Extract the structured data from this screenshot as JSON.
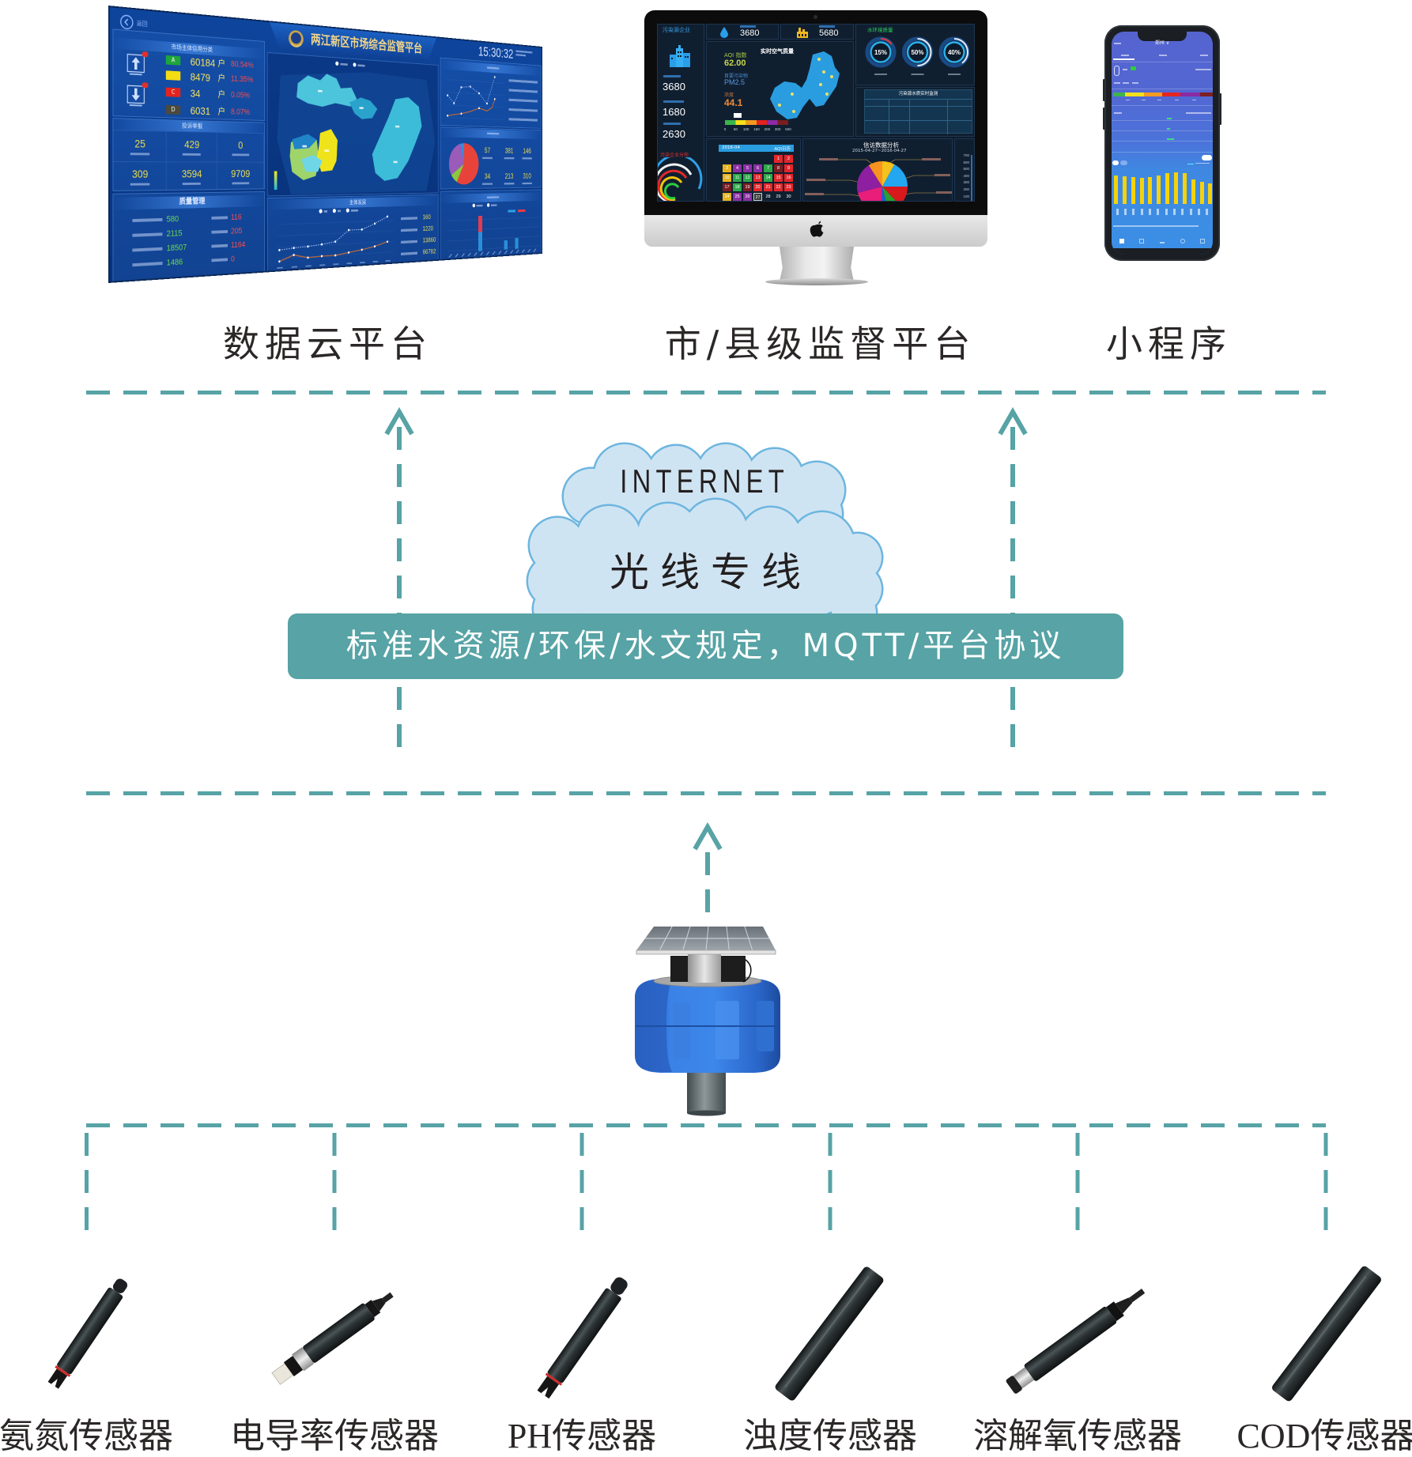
{
  "platforms": [
    {
      "label": "数据云平台"
    },
    {
      "label": "市/县级监督平台"
    },
    {
      "label": "小程序"
    }
  ],
  "network": {
    "cloud_top_label": "INTERNET",
    "cloud_bottom_label": "光线专线",
    "protocol_banner": "标准水资源/环保/水文规定，MQTT/平台协议"
  },
  "sensors": [
    {
      "label": "氨氮传感器"
    },
    {
      "label": "电导率传感器"
    },
    {
      "label": "PH传感器"
    },
    {
      "label": "浊度传感器"
    },
    {
      "label": "溶解氧传感器"
    },
    {
      "label": "COD传感器"
    }
  ],
  "colors": {
    "accent": "#57a3a6",
    "banner": "#57a3a5",
    "cloud_fill": "#cfe4f2",
    "cloud_stroke": "#6db5df",
    "label_text": "#2b2727",
    "buoy_blue": "#3178dc"
  },
  "cloud_dashboard": {
    "title": "两江新区市场综合监管平台",
    "back_label": "返回",
    "time": "15:30:32",
    "credit": {
      "title": "市场主体信用分类",
      "rows": [
        {
          "grade": "A",
          "count": "60184",
          "unit": "户",
          "pct": "80.54%",
          "color": "#1ea53b"
        },
        {
          "grade": "",
          "count": "8479",
          "unit": "户",
          "pct": "11.35%",
          "color": "#f3dc12"
        },
        {
          "grade": "C",
          "count": "34",
          "unit": "户",
          "pct": "0.05%",
          "color": "#e3231d"
        },
        {
          "grade": "D",
          "count": "6031",
          "unit": "户",
          "pct": "8.07%",
          "color": "#4b4a3c"
        }
      ]
    },
    "complaints": {
      "title": "投诉举报",
      "values": [
        "25",
        "429",
        "0",
        "309",
        "3594",
        "9709"
      ]
    },
    "quality": {
      "title": "质量管理",
      "left_values": [
        "580",
        "2115",
        "18507",
        "1486"
      ],
      "right_values": [
        "116",
        "205",
        "1164",
        "0"
      ]
    },
    "development": {
      "title": "主体发展",
      "values": [
        "160",
        "1220",
        "13860",
        "66782"
      ]
    },
    "pie_stats": [
      "57",
      "381",
      "146",
      "34",
      "213",
      "310"
    ],
    "pie_slices": [
      {
        "color": "#e8433a",
        "share": 0.58
      },
      {
        "color": "#8dc63f",
        "share": 0.08
      },
      {
        "color": "#9b5bb8",
        "share": 0.3
      },
      {
        "color": "#2d8fe0",
        "share": 0.04
      }
    ]
  },
  "monitor_dashboard": {
    "enterprise_title": "污染源企业",
    "enterprise_stats": [
      "3680",
      "1680",
      "2630"
    ],
    "distribution_title": "污染企业分布",
    "top_stats": [
      "3680",
      "5680"
    ],
    "air": {
      "title": "实时空气质量",
      "aqi_label": "AQI 指数",
      "aqi_value": "62.00",
      "pollutant_label": "首要污染物",
      "pollutant": "PM2.5",
      "concentration_label": "浓度",
      "concentration": "44.1",
      "scale_colors": [
        "#3bb54a",
        "#f5e21a",
        "#f39a1e",
        "#e3231d",
        "#8e2aa5",
        "#7a1d1d"
      ],
      "scale_ticks": [
        "0",
        "50",
        "100",
        "150",
        "200",
        "300",
        "500"
      ]
    },
    "water_title": "水环境质量",
    "gauges": [
      {
        "label": "15%",
        "value": 0.15
      },
      {
        "label": "50%",
        "value": 0.5
      },
      {
        "label": "40%",
        "value": 0.4
      }
    ],
    "table_title": "污染源水质实时监测",
    "calendar": {
      "month": "2016-04",
      "title": "AQI日历",
      "first_day_weekday_index": 5,
      "level_colors": {
        "r": "#e3262b",
        "y": "#e6b422",
        "p": "#8e2fa6",
        "g": "#2ea84a",
        "d": "#7d1c22",
        "t": "#3b3b3b",
        "n": "transparent"
      },
      "days": [
        {
          "day": "1",
          "level": "r"
        },
        {
          "day": "2",
          "level": "r"
        },
        {
          "day": "3",
          "level": "y"
        },
        {
          "day": "4",
          "level": "p"
        },
        {
          "day": "5",
          "level": "p"
        },
        {
          "day": "6",
          "level": "p"
        },
        {
          "day": "7",
          "level": "g"
        },
        {
          "day": "8",
          "level": "d"
        },
        {
          "day": "9",
          "level": "r"
        },
        {
          "day": "10",
          "level": "y"
        },
        {
          "day": "11",
          "level": "g"
        },
        {
          "day": "12",
          "level": "g"
        },
        {
          "day": "13",
          "level": "r"
        },
        {
          "day": "14",
          "level": "g"
        },
        {
          "day": "15",
          "level": "r"
        },
        {
          "day": "16",
          "level": "r"
        },
        {
          "day": "17",
          "level": "d"
        },
        {
          "day": "18",
          "level": "g"
        },
        {
          "day": "19",
          "level": "d"
        },
        {
          "day": "20",
          "level": "r"
        },
        {
          "day": "21",
          "level": "r"
        },
        {
          "day": "22",
          "level": "r"
        },
        {
          "day": "23",
          "level": "r"
        },
        {
          "day": "24",
          "level": "y"
        },
        {
          "day": "25",
          "level": "p"
        },
        {
          "day": "26",
          "level": "p"
        },
        {
          "day": "27",
          "level": "t"
        },
        {
          "day": "28",
          "level": "n"
        },
        {
          "day": "29",
          "level": "n"
        },
        {
          "day": "30",
          "level": "n"
        }
      ]
    },
    "petition": {
      "title": "信访数据分析",
      "range": "2015-04-27~2016-04-27",
      "slices": [
        {
          "color": "#f5c21b",
          "share": 0.08
        },
        {
          "color": "#22a7f0",
          "share": 0.17
        },
        {
          "color": "#d7191c",
          "share": 0.13
        },
        {
          "color": "#2ca02c",
          "share": 0.08
        },
        {
          "color": "#1f5fd1",
          "share": 0.05
        },
        {
          "color": "#e91e7a",
          "share": 0.2
        },
        {
          "color": "#8e1fa0",
          "share": 0.2
        },
        {
          "color": "#f7931e",
          "share": 0.09
        }
      ]
    },
    "axis_ticks": [
      "700",
      "600",
      "500",
      "400",
      "300",
      "200",
      "100"
    ]
  },
  "mini_program": {
    "city": "郑州 ∨",
    "aqi_band_colors": [
      "#3cb44a",
      "#f4e01c",
      "#f59a23",
      "#e52521",
      "#8b2aa3",
      "#7b1f22"
    ],
    "hourly_bars": [
      0.86,
      0.83,
      0.8,
      0.78,
      0.8,
      0.85,
      0.92,
      0.96,
      0.92,
      0.75,
      0.67,
      0.63
    ],
    "bar_color": "#f5d20a"
  }
}
